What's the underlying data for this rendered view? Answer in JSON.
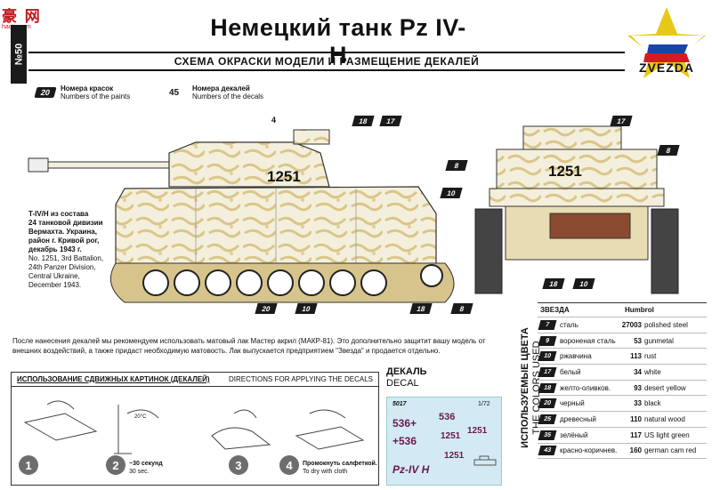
{
  "header": {
    "logo_text": "豪 网",
    "logo_sub": "haote.com",
    "side_tab": "№50",
    "title": "Немецкий танк Pz IV-H",
    "subtitle": "СХЕМА ОКРАСКИ МОДЕЛИ И РАЗМЕЩЕНИЕ ДЕКАЛЕЙ",
    "brand": "ZVEZDA"
  },
  "legend": {
    "paints_count": "20",
    "paints_ru": "Номера красок",
    "paints_en": "Numbers of the paints",
    "decals_count": "45",
    "decals_ru": "Номера декалей",
    "decals_en": "Numbers of the decals"
  },
  "tank": {
    "side_number": "1251",
    "rear_number": "1251",
    "callouts": [
      "4",
      "18",
      "17",
      "8",
      "10",
      "20",
      "10",
      "18",
      "8",
      "17",
      "8",
      "18",
      "10"
    ]
  },
  "caption_ru": [
    "T-IV/H из состава",
    "24 танковой дивизии",
    "Вермахта. Украина,",
    "район г. Кривой рог,",
    "декабрь 1943 г."
  ],
  "caption_en": [
    "No. 1251, 3rd Battalion,",
    "24th Panzer Division,",
    "Central Ukraine,",
    "December 1943."
  ],
  "note": "После нанесения декалей мы рекомендуем использовать матовый лак Мастер акрил (МАКР-81). Это дополнительно защитит вашу модель от внешних воздействий, а также придаст необходимую матовость. Лак выпускается предприятием \"Звезда\" и продается отдельно.",
  "directions": {
    "title_ru": "ИСПОЛЬЗОВАНИЕ СДВИЖНЫХ КАРТИНОК (ДЕКАЛЕЙ)",
    "title_en": "DIRECTIONS FOR APPLYING THE DECALS",
    "steps": [
      "1",
      "2",
      "3",
      "4"
    ],
    "step2_ru": "~30 секунд",
    "step2_en": "30 sec.",
    "step4_ru": "Промокнуть салфеткой.",
    "step4_en": "To dry with cloth",
    "temp": "20°C"
  },
  "decal": {
    "title_ru": "ДЕКАЛЬ",
    "title_en": "DECAL",
    "sheet_no": "5017",
    "scale": "1/72",
    "items": [
      "536+",
      "536",
      "+536",
      "1251",
      "1251",
      "1251"
    ],
    "model_name": "Pz-IV H"
  },
  "colors_used": {
    "label_ru": "ИСПОЛЬЗУЕМЫЕ ЦВЕТА",
    "label_en": "THE COLORS USED",
    "col_zvezda": "ЗВЕЗДА",
    "col_humbrol": "Humbrol",
    "rows": [
      {
        "num": "7",
        "ru": "сталь",
        "hum": "27003",
        "en": "polished steel"
      },
      {
        "num": "9",
        "ru": "вороненая сталь",
        "hum": "53",
        "en": "gunmetal"
      },
      {
        "num": "10",
        "ru": "ржавчина",
        "hum": "113",
        "en": "rust"
      },
      {
        "num": "17",
        "ru": "белый",
        "hum": "34",
        "en": "white"
      },
      {
        "num": "18",
        "ru": "желто-оливков.",
        "hum": "93",
        "en": "desert yellow"
      },
      {
        "num": "20",
        "ru": "черный",
        "hum": "33",
        "en": "black"
      },
      {
        "num": "25",
        "ru": "древесный",
        "hum": "110",
        "en": "natural wood"
      },
      {
        "num": "35",
        "ru": "зелёный",
        "hum": "117",
        "en": "US light green"
      },
      {
        "num": "43",
        "ru": "красно-коричнев.",
        "hum": "160",
        "en": "german cam red"
      }
    ]
  }
}
